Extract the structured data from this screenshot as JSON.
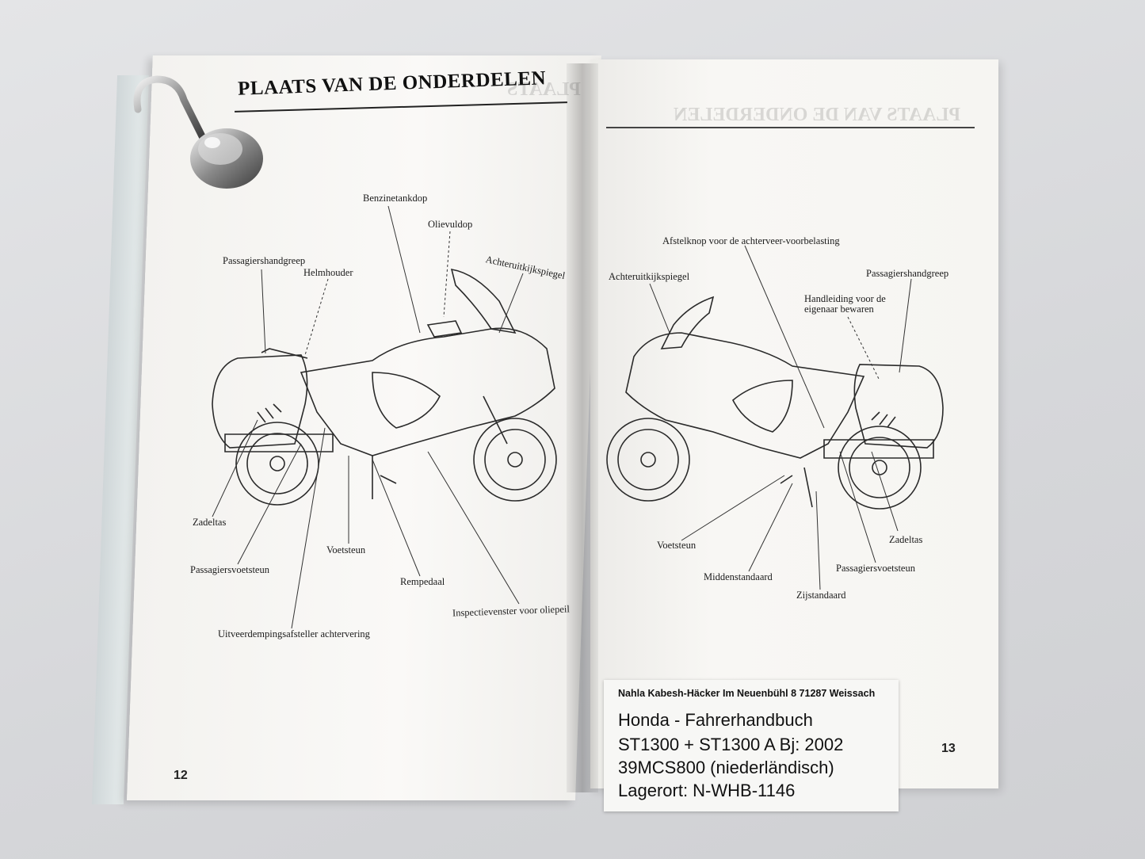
{
  "left_page": {
    "title": "PLAATS VAN DE ONDERDELEN",
    "page_number": "12",
    "labels": {
      "benzinetankdop": "Benzinetankdop",
      "olievuldop": "Olievuldop",
      "passagiershandgreep": "Passagiershandgreep",
      "helmhouder": "Helmhouder",
      "achteruitkijkspiegel": "Achteruitkijkspiegel",
      "zadeltas": "Zadeltas",
      "voetsteun": "Voetsteun",
      "passagiersvoetsteun": "Passagiersvoetsteun",
      "rempedaal": "Rempedaal",
      "inspectievenster": "Inspectievenster voor oliepeil",
      "uitveerdemping": "Uitveerdempingsafsteller achtervering"
    }
  },
  "right_page": {
    "page_number": "13",
    "labels": {
      "afstelknop": "Afstelknop voor de achterveer-voorbelasting",
      "achteruitkijkspiegel": "Achteruitkijkspiegel",
      "passagiershandgreep": "Passagiershandgreep",
      "handleiding_1": "Handleiding voor de",
      "handleiding_2": "eigenaar bewaren",
      "voetsteun": "Voetsteun",
      "zadeltas": "Zadeltas",
      "middenstandaard": "Middenstandaard",
      "passagiersvoetsteun": "Passagiersvoetsteun",
      "zijstandaard": "Zijstandaard"
    }
  },
  "sticker": {
    "address": "Nahla Kabesh-Häcker  Im Neuenbühl 8  71287 Weissach",
    "line1": "Honda - Fahrerhandbuch",
    "line2": "ST1300 + ST1300 A    Bj: 2002",
    "line3": "39MCS800     (niederländisch)",
    "line4": "Lagerort: N-WHB-1146"
  },
  "icons": [
    "magnet-hook-icon",
    "motorcycle-left-drawing",
    "motorcycle-right-drawing"
  ]
}
